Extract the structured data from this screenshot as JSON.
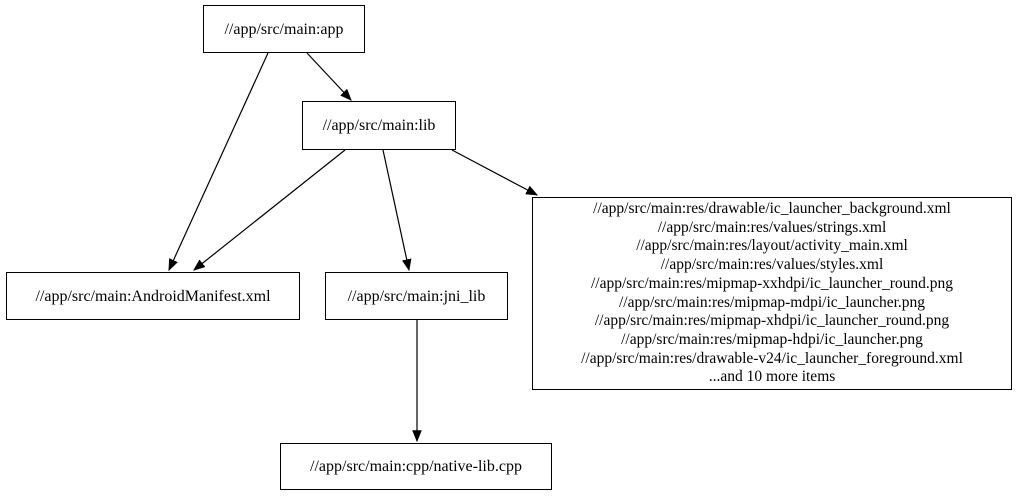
{
  "diagram": {
    "type": "dependency-graph",
    "colors": {
      "background": "#ffffff",
      "node_fill": "#ffffff",
      "node_border": "#000000",
      "edge": "#000000",
      "text": "#000000"
    },
    "nodes": {
      "app": {
        "label": "//app/src/main:app"
      },
      "lib": {
        "label": "//app/src/main:lib"
      },
      "android_manifest": {
        "label": "//app/src/main:AndroidManifest.xml"
      },
      "jni_lib": {
        "label": "//app/src/main:jni_lib"
      },
      "native_lib_cpp": {
        "label": "//app/src/main:cpp/native-lib.cpp"
      },
      "res_group": {
        "lines": [
          "//app/src/main:res/drawable/ic_launcher_background.xml",
          "//app/src/main:res/values/strings.xml",
          "//app/src/main:res/layout/activity_main.xml",
          "//app/src/main:res/values/styles.xml",
          "//app/src/main:res/mipmap-xxhdpi/ic_launcher_round.png",
          "//app/src/main:res/mipmap-mdpi/ic_launcher.png",
          "//app/src/main:res/mipmap-xhdpi/ic_launcher_round.png",
          "//app/src/main:res/mipmap-hdpi/ic_launcher.png",
          "//app/src/main:res/drawable-v24/ic_launcher_foreground.xml",
          "...and 10 more items"
        ]
      }
    },
    "edges": [
      {
        "from": "//app/src/main:app",
        "to": "//app/src/main:lib"
      },
      {
        "from": "//app/src/main:app",
        "to": "//app/src/main:AndroidManifest.xml"
      },
      {
        "from": "//app/src/main:lib",
        "to": "//app/src/main:AndroidManifest.xml"
      },
      {
        "from": "//app/src/main:lib",
        "to": "//app/src/main:jni_lib"
      },
      {
        "from": "//app/src/main:lib",
        "to": "res_group"
      },
      {
        "from": "//app/src/main:jni_lib",
        "to": "//app/src/main:cpp/native-lib.cpp"
      }
    ]
  }
}
